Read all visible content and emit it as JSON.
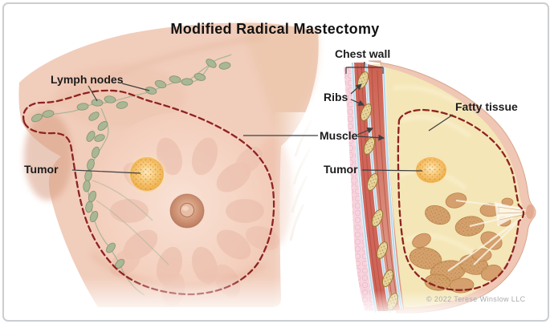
{
  "title": "Modified Radical Mastectomy",
  "copyright": "© 2022 Terese Winslow LLC",
  "left_panel": {
    "labels": {
      "lymph_nodes": "Lymph nodes",
      "tumor": "Tumor"
    }
  },
  "right_panel": {
    "labels": {
      "chest_wall": "Chest wall",
      "ribs": "Ribs",
      "muscle": "Muscle",
      "tumor": "Tumor",
      "fatty_tissue": "Fatty tissue"
    }
  },
  "colors": {
    "excision_dash": "#8e2222",
    "skin": "#f1cdbb",
    "lymph_node": "#a9b795",
    "tumor": "#efae4a",
    "muscle_red": "#d0655a",
    "rib_tan": "#e7d49d",
    "fatty_tissue": "#f4e6b6",
    "fascia_blue": "#b5d9ea",
    "pleura_pink": "#f7d4dd",
    "label_text": "#1c1c1c",
    "frame_border": "#cbced1"
  }
}
